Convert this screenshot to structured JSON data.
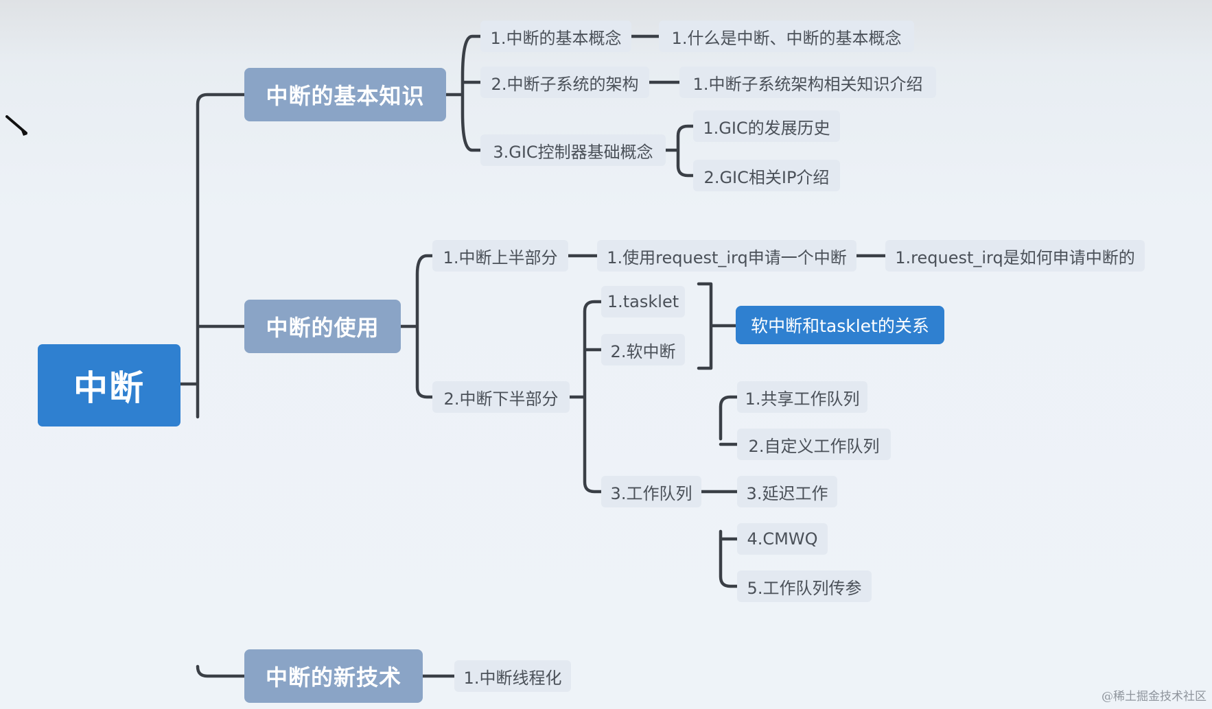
{
  "root": "中断",
  "branches": [
    {
      "label": "中断的基本知识",
      "children": [
        {
          "label": "1.中断的基本概念",
          "children": [
            {
              "label": "1.什么是中断、中断的基本概念"
            }
          ]
        },
        {
          "label": "2.中断子系统的架构",
          "children": [
            {
              "label": "1.中断子系统架构相关知识介绍"
            }
          ]
        },
        {
          "label": "3.GIC控制器基础概念",
          "children": [
            {
              "label": "1.GIC的发展历史"
            },
            {
              "label": "2.GIC相关IP介绍"
            }
          ]
        }
      ]
    },
    {
      "label": "中断的使用",
      "children": [
        {
          "label": "1.中断上半部分",
          "children": [
            {
              "label": "1.使用request_irq申请一个中断",
              "children": [
                {
                  "label": "1.request_irq是如何申请中断的"
                }
              ]
            }
          ]
        },
        {
          "label": "2.中断下半部分",
          "children": [
            {
              "label": "1.tasklet"
            },
            {
              "label": "2.软中断"
            },
            {
              "label": "3.工作队列",
              "children": [
                {
                  "label": "1.共享工作队列"
                },
                {
                  "label": "2.自定义工作队列"
                },
                {
                  "label": "3.延迟工作"
                },
                {
                  "label": "4.CMWQ"
                },
                {
                  "label": "5.工作队列传参"
                }
              ]
            }
          ]
        }
      ]
    },
    {
      "label": "中断的新技术",
      "children": [
        {
          "label": "1.中断线程化"
        }
      ]
    }
  ],
  "summary": {
    "label": "软中断和tasklet的关系"
  },
  "watermark": "@稀土掘金技术社区",
  "colors": {
    "root": "#2f80d0",
    "main": "#8aa4c6",
    "sub": "#e3e9f1",
    "line": "#3a3f46",
    "highlight": "#2f80d0"
  }
}
